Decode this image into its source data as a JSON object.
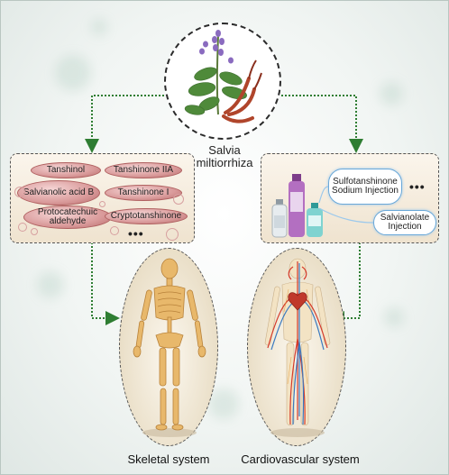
{
  "herb": {
    "name_line1": "Salvia",
    "name_line2": "miltiorrhiza"
  },
  "compounds": {
    "items": [
      {
        "label": "Tanshinol"
      },
      {
        "label": "Tanshinone IIA"
      },
      {
        "label": "Salvianolic acid B"
      },
      {
        "label": "Tanshinone I"
      },
      {
        "label": "Protocatechuic aldehyde"
      },
      {
        "label": "Cryptotanshinone"
      }
    ],
    "ellipsis": "•••"
  },
  "injections": {
    "items": [
      {
        "label": "Sulfotanshinone Sodium Injection"
      },
      {
        "label": "Salvianolate Injection"
      }
    ],
    "ellipsis": "•••"
  },
  "systems": {
    "skeletal": "Skeletal system",
    "cardiovascular": "Cardiovascular system"
  },
  "colors": {
    "connector": "#2e7d32",
    "pill": "#d99a9a",
    "injection_border": "#6aa8d8",
    "panel_bg": "#f3e9d8"
  }
}
